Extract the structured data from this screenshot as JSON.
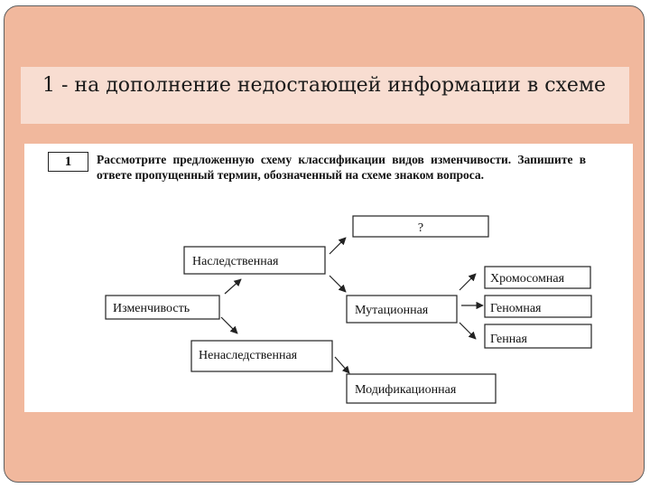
{
  "slide_title": "1 - на дополнение недостающей информации в схеме",
  "task": {
    "number": "1",
    "text": "Рассмотрите предложенную схему классификации видов изменчивости. Запишите в ответе пропущенный термин, обозначенный на схеме знаком вопроса."
  },
  "diagram": {
    "nodes": {
      "question": "?",
      "hereditary": "Наследственная",
      "variability": "Изменчивость",
      "non_hereditary": "Ненаследственная",
      "mutational": "Мутационная",
      "modification": "Модификационная",
      "chromosomal": "Хромосомная",
      "genomic": "Геномная",
      "gene": "Генная"
    }
  },
  "colors": {
    "slide_background": "#f1b89d",
    "title_bar": "#f8ddd1",
    "panel": "#ffffff"
  }
}
